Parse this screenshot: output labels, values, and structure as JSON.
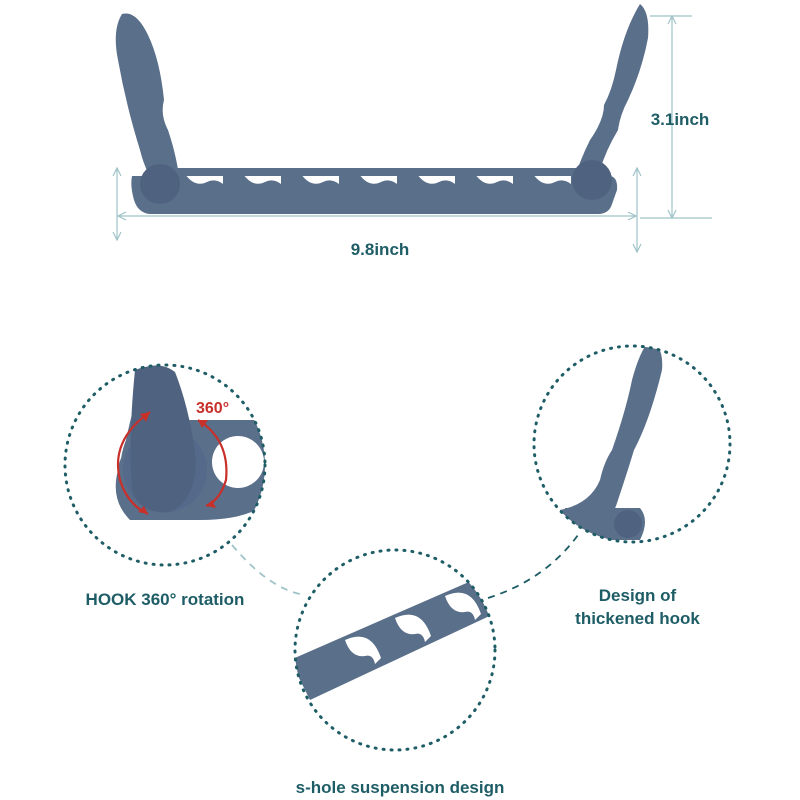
{
  "dimensions": {
    "width_label": "9.8inch",
    "height_label": "3.1inch"
  },
  "callouts": {
    "hook_rotation": "HOOK 360° rotation",
    "rotation_badge": "360°",
    "thickened_hook_line1": "Design of",
    "thickened_hook_line2": "thickened hook",
    "s_hole": "s-hole suspension design"
  },
  "colors": {
    "product": "#5a6f8a",
    "product_dark": "#4a5d75",
    "text": "#1e5d66",
    "dimension_line": "#9fc3c8",
    "accent_red": "#c8302a",
    "dotted_circle": "#1e5d66"
  }
}
